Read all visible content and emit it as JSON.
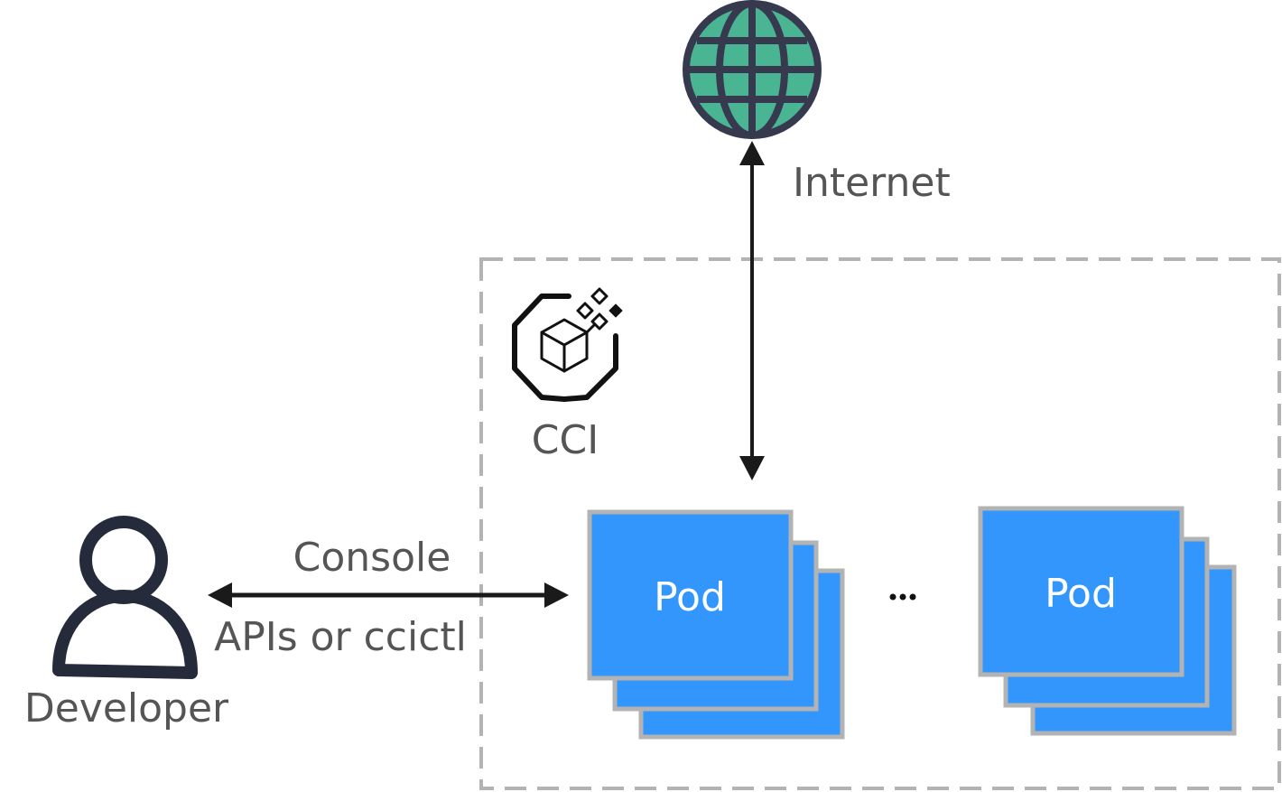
{
  "diagram": {
    "title": "CCI architecture overview",
    "nodes": {
      "internet": {
        "label": "Internet",
        "icon": "globe-icon"
      },
      "cci": {
        "label": "CCI",
        "icon": "cci-service-icon"
      },
      "developer": {
        "label": "Developer",
        "icon": "user-icon"
      },
      "pod_group_1": {
        "label": "Pod",
        "stack_count": 3
      },
      "pod_group_2": {
        "label": "Pod",
        "stack_count": 3
      },
      "ellipsis": {
        "label": "..."
      }
    },
    "edges": [
      {
        "from": "internet",
        "to": "pod_group_1",
        "direction": "bidirectional",
        "label": "Internet"
      },
      {
        "from": "developer",
        "to": "pod_group_1",
        "direction": "bidirectional",
        "label_top": "Console",
        "label_bottom": "APIs or ccictl"
      }
    ],
    "edge_labels": {
      "console": "Console",
      "apis": "APIs or ccictl"
    },
    "colors": {
      "pod_fill": "#3396fd",
      "pod_border": "#b3b3b3",
      "globe_fill": "#4ab593",
      "globe_stroke": "#373a4f",
      "user_stroke": "#252b3a",
      "arrow": "#1a1a1a",
      "boundary_dash": "#b3b3b3",
      "text": "#555555"
    }
  }
}
